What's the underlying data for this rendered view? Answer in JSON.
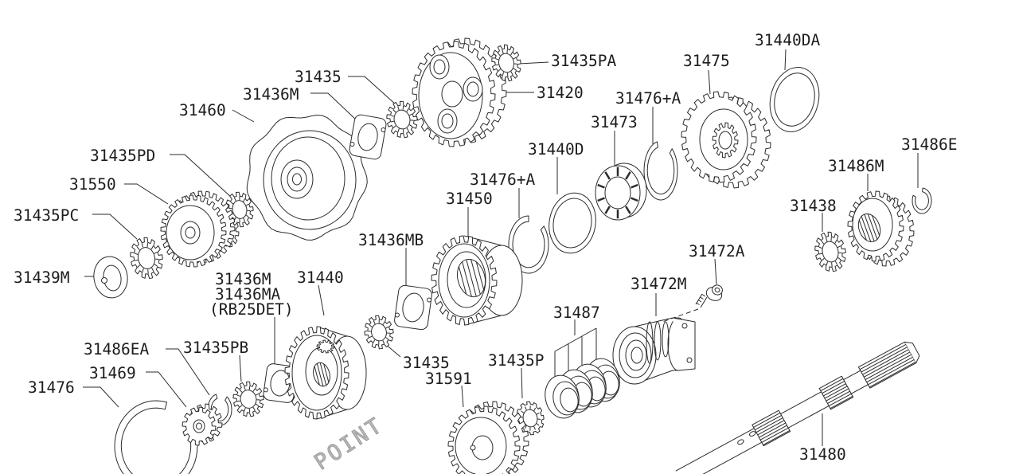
{
  "watermark": {
    "text": "POINT"
  },
  "colors": {
    "line": "#2b2b2b",
    "background": "#ffffff",
    "watermark": "#9b9b9b"
  },
  "labels": [
    {
      "text": "31435PA"
    },
    {
      "text": "31420"
    },
    {
      "text": "31440DA"
    },
    {
      "text": "31475"
    },
    {
      "text": "31476+A"
    },
    {
      "text": "31473"
    },
    {
      "text": "31440D"
    },
    {
      "text": "31476+A"
    },
    {
      "text": "31450"
    },
    {
      "text": "31435"
    },
    {
      "text": "31436M"
    },
    {
      "text": "31460"
    },
    {
      "text": "31435PD"
    },
    {
      "text": "31550"
    },
    {
      "text": "31435PC"
    },
    {
      "text": "31439M"
    },
    {
      "text": "31436MB"
    },
    {
      "text": "31436M"
    },
    {
      "text": "31436MA"
    },
    {
      "text": "(RB25DET)"
    },
    {
      "text": "31440"
    },
    {
      "text": "31486EA"
    },
    {
      "text": "31435PB"
    },
    {
      "text": "31469"
    },
    {
      "text": "31476"
    },
    {
      "text": "31435"
    },
    {
      "text": "31591"
    },
    {
      "text": "31435P"
    },
    {
      "text": "31487"
    },
    {
      "text": "31472A"
    },
    {
      "text": "31472M"
    },
    {
      "text": "31486E"
    },
    {
      "text": "31486M"
    },
    {
      "text": "31438"
    },
    {
      "text": "31480"
    }
  ]
}
